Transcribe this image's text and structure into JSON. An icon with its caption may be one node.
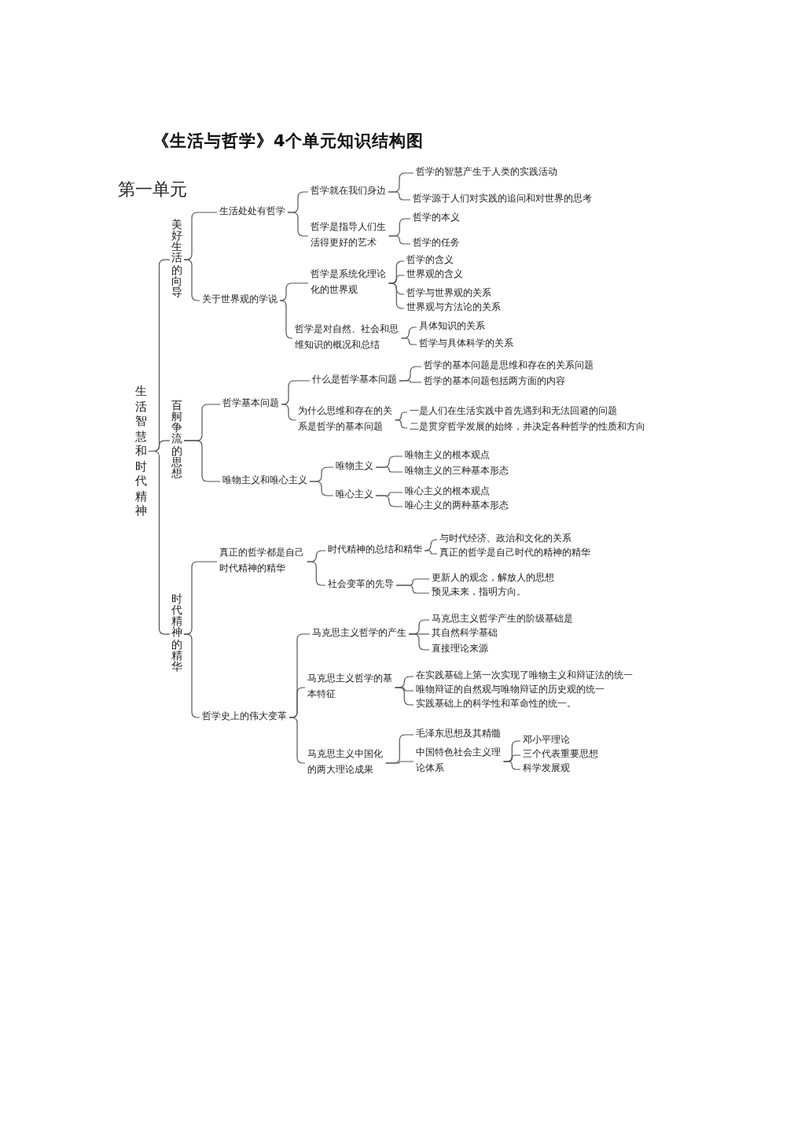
{
  "diagram": {
    "title": "《生活与哲学》4个单元知识结构图",
    "labels": [
      "第一单元"
    ],
    "nodes": [
      {
        "text": [
          "生活智慧和时代精神"
        ]
      },
      {
        "text": [
          "美好生活的向导"
        ]
      },
      {
        "text": [
          "生活处处有哲学"
        ]
      },
      {
        "text": [
          "哲学就在我们身边"
        ]
      },
      {
        "text": [
          "哲学的智慧产生于人类的实践活动"
        ]
      },
      {
        "text": [
          "哲学源于人们对实践的追问和对世界的思考"
        ]
      },
      {
        "text": [
          "哲学是指导人们生活得更好的艺术"
        ]
      },
      {
        "text": [
          "哲学的本义"
        ]
      },
      {
        "text": [
          "哲学的任务"
        ]
      },
      {
        "text": [
          "关于世界观的学说"
        ]
      },
      {
        "text": [
          "哲学是系统化理论化的世界观"
        ]
      },
      {
        "text": [
          "哲学的含义"
        ]
      },
      {
        "text": [
          "世界观的含义"
        ]
      },
      {
        "text": [
          "哲学与世界观的关系"
        ]
      },
      {
        "text": [
          "世界观与方法论的关系"
        ]
      },
      {
        "text": [
          "哲学是对自然、社会和思维知识的概况和总结"
        ]
      },
      {
        "text": [
          "具体知识的关系"
        ]
      },
      {
        "text": [
          "哲学与具体科学的关系"
        ]
      },
      {
        "text": [
          "百舸争流的思想"
        ]
      },
      {
        "text": [
          "哲学基本问题"
        ]
      },
      {
        "text": [
          "什么是哲学基本问题"
        ]
      },
      {
        "text": [
          "哲学的基本问题是思维和存在的关系问题"
        ]
      },
      {
        "text": [
          "哲学的基本问题包括两方面的内容"
        ]
      },
      {
        "text": [
          "为什么思维和存在的关系是哲学的基本问题"
        ]
      },
      {
        "text": [
          "一是人们在生活实践中首先遇到和无法回避的问题"
        ]
      },
      {
        "text": [
          "二是贯穿哲学发展的始终，并决定各种哲学的性质和方向"
        ]
      },
      {
        "text": [
          "唯物主义和唯心主义"
        ]
      },
      {
        "text": [
          "唯物主义"
        ]
      },
      {
        "text": [
          "唯物主义的根本观点"
        ]
      },
      {
        "text": [
          "唯物主义的三种基本形态"
        ]
      },
      {
        "text": [
          "唯心主义"
        ]
      },
      {
        "text": [
          "唯心主义的根本观点"
        ]
      },
      {
        "text": [
          "唯心主义的两种基本形态"
        ]
      },
      {
        "text": [
          "时代精神的精华"
        ]
      },
      {
        "text": [
          "真正的哲学都是自己时代精神的精华"
        ]
      },
      {
        "text": [
          "时代精神的总结和精华"
        ]
      },
      {
        "text": [
          "与时代经济、政治和文化的关系"
        ]
      },
      {
        "text": [
          "真正的哲学是自己时代的精神的精华"
        ]
      },
      {
        "text": [
          "社会变革的先导"
        ]
      },
      {
        "text": [
          "更新人的观念，解放人的思想"
        ]
      },
      {
        "text": [
          "预见未来，指明方向。"
        ]
      },
      {
        "text": [
          "哲学史上的伟大变革"
        ]
      },
      {
        "text": [
          "马克思主义哲学的产生"
        ]
      },
      {
        "text": [
          "马克思主义哲学产生的阶级基础是"
        ]
      },
      {
        "text": [
          "其自然科学基础"
        ]
      },
      {
        "text": [
          "直接理论来源"
        ]
      },
      {
        "text": [
          "马克思主义哲学的基本特征"
        ]
      },
      {
        "text": [
          "在实践基础上第一次实现了唯物主义和辩证法的统一"
        ]
      },
      {
        "text": [
          "唯物辩证的自然观与唯物辩证的历史观的统一"
        ]
      },
      {
        "text": [
          "实践基础上的科学性和革命性的统一。"
        ]
      },
      {
        "text": [
          "马克思主义中国化的两大理论成果"
        ]
      },
      {
        "text": [
          "毛泽东思想及其精髓"
        ]
      },
      {
        "text": [
          "中国特色社会主义理论体系"
        ]
      },
      {
        "text": [
          "邓小平理论"
        ]
      },
      {
        "text": [
          "三个代表重要思想"
        ]
      },
      {
        "text": [
          "科学发展观"
        ]
      }
    ],
    "edges": [
      {
        "from": 0,
        "to": 1,
        "arrow": "none"
      },
      {
        "from": 0,
        "to": 18,
        "arrow": "none"
      },
      {
        "from": 0,
        "to": 33,
        "arrow": "none"
      },
      {
        "from": 1,
        "to": 2,
        "arrow": "none"
      },
      {
        "from": 1,
        "to": 9,
        "arrow": "none"
      },
      {
        "from": 2,
        "to": 3,
        "arrow": "none"
      },
      {
        "from": 2,
        "to": 6,
        "arrow": "none"
      },
      {
        "from": 3,
        "to": 4,
        "arrow": "none"
      },
      {
        "from": 3,
        "to": 5,
        "arrow": "none"
      },
      {
        "from": 6,
        "to": 7,
        "arrow": "none"
      },
      {
        "from": 6,
        "to": 8,
        "arrow": "none"
      },
      {
        "from": 9,
        "to": 10,
        "arrow": "none"
      },
      {
        "from": 9,
        "to": 15,
        "arrow": "none"
      },
      {
        "from": 10,
        "to": 11,
        "arrow": "none"
      },
      {
        "from": 10,
        "to": 12,
        "arrow": "none"
      },
      {
        "from": 10,
        "to": 13,
        "arrow": "none"
      },
      {
        "from": 10,
        "to": 14,
        "arrow": "none"
      },
      {
        "from": 15,
        "to": 16,
        "arrow": "none"
      },
      {
        "from": 15,
        "to": 17,
        "arrow": "none"
      },
      {
        "from": 18,
        "to": 19,
        "arrow": "none"
      },
      {
        "from": 18,
        "to": 26,
        "arrow": "none"
      },
      {
        "from": 19,
        "to": 20,
        "arrow": "none"
      },
      {
        "from": 19,
        "to": 23,
        "arrow": "none"
      },
      {
        "from": 20,
        "to": 21,
        "arrow": "none"
      },
      {
        "from": 20,
        "to": 22,
        "arrow": "none"
      },
      {
        "from": 23,
        "to": 24,
        "arrow": "none"
      },
      {
        "from": 23,
        "to": 25,
        "arrow": "none"
      },
      {
        "from": 26,
        "to": 27,
        "arrow": "none"
      },
      {
        "from": 26,
        "to": 30,
        "arrow": "none"
      },
      {
        "from": 27,
        "to": 28,
        "arrow": "none"
      },
      {
        "from": 27,
        "to": 29,
        "arrow": "none"
      },
      {
        "from": 30,
        "to": 31,
        "arrow": "none"
      },
      {
        "from": 30,
        "to": 32,
        "arrow": "none"
      },
      {
        "from": 33,
        "to": 34,
        "arrow": "none"
      },
      {
        "from": 33,
        "to": 41,
        "arrow": "none"
      },
      {
        "from": 34,
        "to": 35,
        "arrow": "none"
      },
      {
        "from": 34,
        "to": 38,
        "arrow": "none"
      },
      {
        "from": 35,
        "to": 36,
        "arrow": "none"
      },
      {
        "from": 35,
        "to": 37,
        "arrow": "none"
      },
      {
        "from": 38,
        "to": 39,
        "arrow": "none"
      },
      {
        "from": 38,
        "to": 40,
        "arrow": "none"
      },
      {
        "from": 41,
        "to": 42,
        "arrow": "none"
      },
      {
        "from": 41,
        "to": 46,
        "arrow": "none"
      },
      {
        "from": 41,
        "to": 50,
        "arrow": "none"
      },
      {
        "from": 42,
        "to": 43,
        "arrow": "none"
      },
      {
        "from": 42,
        "to": 44,
        "arrow": "none"
      },
      {
        "from": 42,
        "to": 45,
        "arrow": "none"
      },
      {
        "from": 46,
        "to": 47,
        "arrow": "none"
      },
      {
        "from": 46,
        "to": 48,
        "arrow": "none"
      },
      {
        "from": 46,
        "to": 49,
        "arrow": "none"
      },
      {
        "from": 50,
        "to": 51,
        "arrow": "none"
      },
      {
        "from": 50,
        "to": 52,
        "arrow": "none"
      },
      {
        "from": 52,
        "to": 53,
        "arrow": "none"
      },
      {
        "from": 52,
        "to": 54,
        "arrow": "none"
      },
      {
        "from": 52,
        "to": 55,
        "arrow": "none"
      }
    ]
  }
}
